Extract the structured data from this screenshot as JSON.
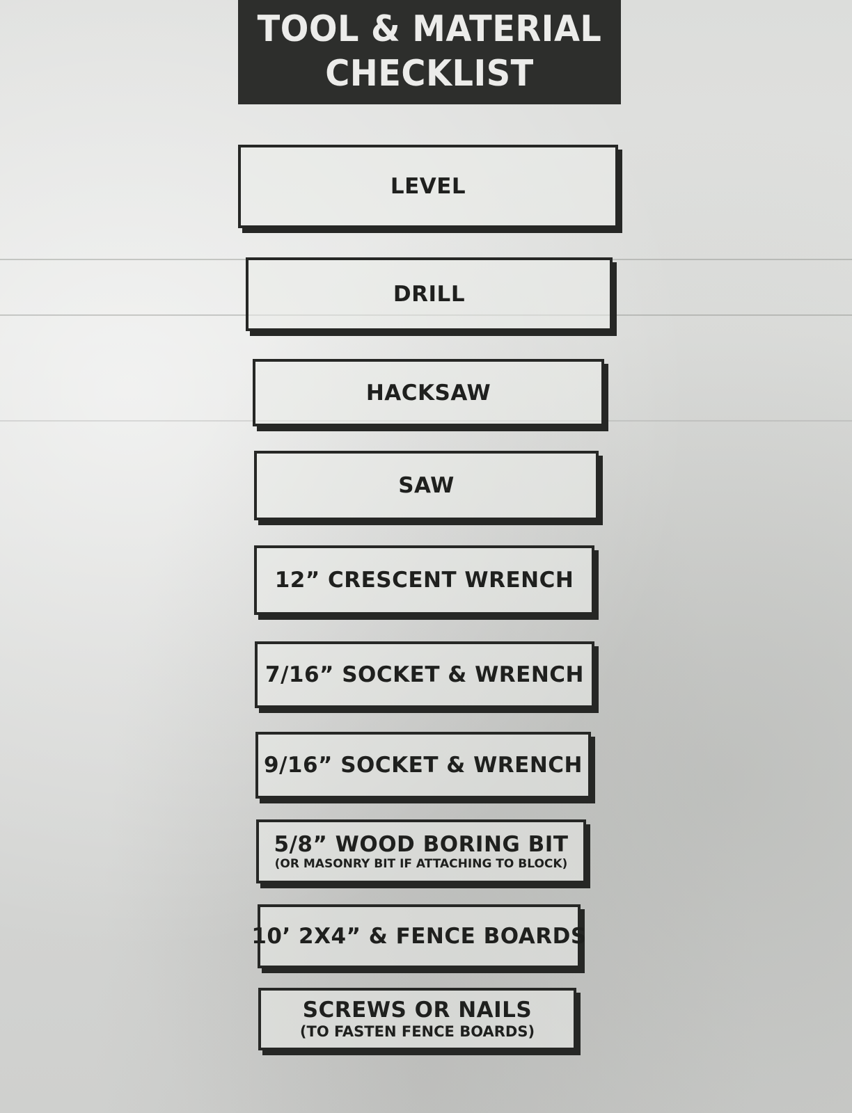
{
  "header": {
    "line1": "TOOL & MATERIAL",
    "line2": "CHECKLIST"
  },
  "items": [
    {
      "label": "LEVEL"
    },
    {
      "label": "DRILL"
    },
    {
      "label": "HACKSAW"
    },
    {
      "label": "SAW"
    },
    {
      "label": "12” CRESCENT WRENCH"
    },
    {
      "label": "7/16” SOCKET & WRENCH"
    },
    {
      "label": "9/16” SOCKET & WRENCH"
    },
    {
      "label": "5/8” WOOD BORING BIT",
      "note": "(OR MASONRY BIT IF ATTACHING TO BLOCK)"
    },
    {
      "label": "10’ 2X4” & FENCE BOARDS"
    },
    {
      "label": "SCREWS OR NAILS",
      "sub": "(TO FASTEN FENCE BOARDS)"
    }
  ]
}
